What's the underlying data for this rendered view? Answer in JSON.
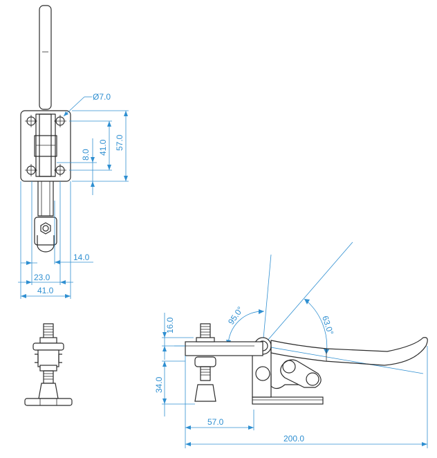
{
  "dimensions": {
    "hole_diameter": "Ø7.0",
    "base_height_57": "57.0",
    "hole_spacing_41": "41.0",
    "slot_8": "8.0",
    "offset_14": "14.0",
    "width_23": "23.0",
    "width_41": "41.0",
    "spindle_16": "16.0",
    "height_34": "34.0",
    "reach_57": "57.0",
    "length_200": "200.0",
    "angle_95": "95.0°",
    "angle_63": "63.0°"
  },
  "colors": {
    "dimension": "#2f8fd1",
    "outline": "#2b2b2b"
  }
}
